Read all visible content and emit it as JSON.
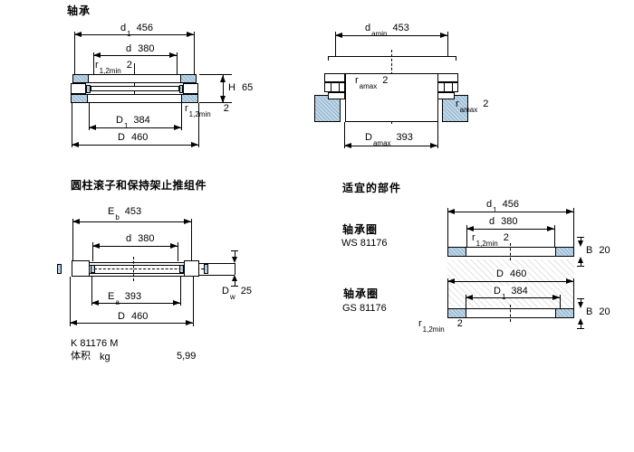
{
  "colors": {
    "line": "#000000",
    "hatch_blue_fill": "#c2d8e8",
    "hatch_blue_line": "#6e9bbe",
    "hatch_gray_line": "#e3e3e3"
  },
  "bearing": {
    "title": "轴承",
    "dims": {
      "d1": {
        "sym": "d",
        "sub": "1",
        "value": "456"
      },
      "d": {
        "sym": "d",
        "sub": "",
        "value": "380"
      },
      "r12_upper": {
        "sym": "r",
        "sub": "1,2min",
        "value": "2"
      },
      "H": {
        "sym": "H",
        "sub": "",
        "value": "65"
      },
      "r12_lower": {
        "sym": "r",
        "sub": "1,2min",
        "value": "2"
      },
      "D1": {
        "sym": "D",
        "sub": "1",
        "value": "384"
      },
      "D": {
        "sym": "D",
        "sub": "",
        "value": "460"
      }
    }
  },
  "abutment": {
    "dims": {
      "da_min": {
        "sym": "d",
        "sub": "amin",
        "value": "453"
      },
      "ra_max_inner": {
        "sym": "r",
        "sub": "amax",
        "value": "2"
      },
      "ra_max_outer": {
        "sym": "r",
        "sub": "amax",
        "value": "2"
      },
      "Da_max": {
        "sym": "D",
        "sub": "amax",
        "value": "393"
      }
    }
  },
  "assembly": {
    "title": "圆柱滚子和保持架止推组件",
    "dims": {
      "Eb": {
        "sym": "E",
        "sub": "b",
        "value": "453"
      },
      "d": {
        "sym": "d",
        "sub": "",
        "value": "380"
      },
      "Ea": {
        "sym": "E",
        "sub": "a",
        "value": "393"
      },
      "D": {
        "sym": "D",
        "sub": "",
        "value": "460"
      },
      "Dw": {
        "sym": "D",
        "sub": "w",
        "value": "25"
      }
    },
    "designation": "K 81176 M",
    "mass": {
      "label": "体积",
      "unit": "kg",
      "value": "5,99"
    }
  },
  "components": {
    "title": "适宜的部件",
    "ws": {
      "label": "轴承圈",
      "designation": "WS 81176",
      "dims": {
        "d1": {
          "sym": "d",
          "sub": "1",
          "value": "456"
        },
        "d": {
          "sym": "d",
          "sub": "",
          "value": "380"
        },
        "r12": {
          "sym": "r",
          "sub": "1,2min",
          "value": "2"
        },
        "B": {
          "sym": "B",
          "sub": "",
          "value": "20"
        }
      }
    },
    "gs": {
      "label": "轴承圈",
      "designation": "GS 81176",
      "dims": {
        "D": {
          "sym": "D",
          "sub": "",
          "value": "460"
        },
        "D1": {
          "sym": "D",
          "sub": "1",
          "value": "384"
        },
        "B": {
          "sym": "B",
          "sub": "",
          "value": "20"
        },
        "r12": {
          "sym": "r",
          "sub": "1,2min",
          "value": "2"
        }
      }
    }
  }
}
